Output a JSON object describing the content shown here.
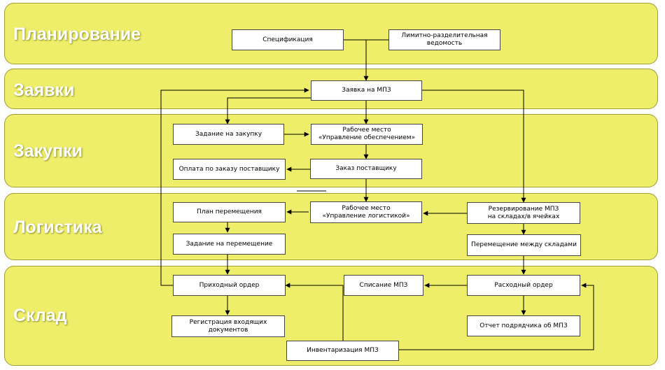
{
  "lanes": {
    "planning": "Планирование",
    "requests": "Заявки",
    "purchases": "Закупки",
    "logistics": "Логистика",
    "warehouse": "Склад"
  },
  "boxes": {
    "specification": "Спецификация",
    "limit_sheet": "Лимитно-разделительная\nведомость",
    "mpz_request": "Заявка на МПЗ",
    "purchase_task": "Задание на закупку",
    "workplace_supply": "Рабочее место\n«Управление обеспечением»",
    "supplier_payment": "Оплата по заказу поставщику",
    "supplier_order": "Заказ поставщику",
    "move_plan": "План перемещения",
    "workplace_logistics": "Рабочее место\n«Управление логистикой»",
    "reservation": "Резервирование МПЗ\nна складах/в ячейках",
    "move_task": "Задание на перемещение",
    "transfer": "Перемещение между складами",
    "receipt_order": "Приходный ордер",
    "writeoff": "Списание МПЗ",
    "expense_order": "Расходный ордер",
    "doc_registration": "Регистрация входящих\nдокументов",
    "contractor_report": "Отчет подрядчика об МПЗ",
    "inventory": "Инвентаризация МПЗ"
  }
}
